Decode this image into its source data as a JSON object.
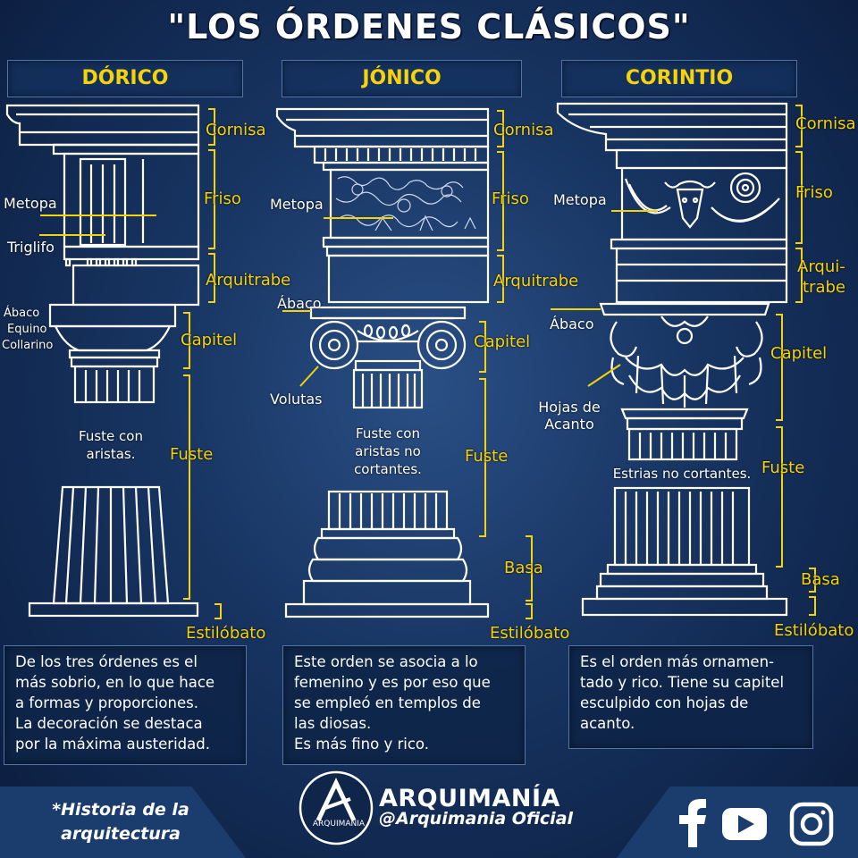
{
  "title": "\"LOS ÓRDENES CLÁSICOS\"",
  "orders": [
    {
      "name": "DÓRICO"
    },
    {
      "name": "JÓNICO"
    },
    {
      "name": "CORINTIO"
    }
  ],
  "doric": {
    "labels": {
      "cornisa": "Cornisa",
      "friso": "Friso",
      "arquitrabe": "Arquitrabe",
      "capitel": "Capitel",
      "fuste": "Fuste",
      "estilobato": "Estilóbato",
      "metopa": "Metopa",
      "triglifo": "Triglifo",
      "abaco": "Ábaco",
      "equino": "Equino",
      "collarino": "Collarino"
    },
    "note_lines": [
      "Fuste con",
      "aristas."
    ],
    "description_lines": [
      "De los tres órdenes es el",
      "más sobrio, en lo que hace",
      "a formas y proporciones.",
      "La decoración se destaca",
      "por la máxima austeridad."
    ]
  },
  "ionic": {
    "labels": {
      "cornisa": "Cornisa",
      "friso": "Friso",
      "arquitrabe": "Arquitrabe",
      "capitel": "Capitel",
      "fuste": "Fuste",
      "basa": "Basa",
      "estilobato": "Estilóbato",
      "metopa": "Metopa",
      "abaco": "Ábaco",
      "volutas": "Volutas"
    },
    "note_lines": [
      "Fuste con",
      "aristas no",
      "cortantes."
    ],
    "description_lines": [
      "Este orden se asocia a lo",
      "femenino y es por eso que",
      "se empleó en templos de",
      "las diosas.",
      "Es más  fino y rico."
    ]
  },
  "corinthian": {
    "labels": {
      "cornisa": "Cornisa",
      "friso": "Friso",
      "arquitrabe_1": "Arqui-",
      "arquitrabe_2": "trabe",
      "capitel": "Capitel",
      "fuste": "Fuste",
      "basa": "Basa",
      "estilobato": "Estilóbato",
      "metopa": "Metopa",
      "abaco": "Ábaco",
      "hojas_1": "Hojas de",
      "hojas_2": "Acanto"
    },
    "note_lines": [
      "Estrias no cortantes."
    ],
    "description_lines": [
      " Es el orden más ornamen-",
      "tado y rico. Tiene su capitel",
      "esculpido con hojas de",
      "acanto."
    ]
  },
  "footer": {
    "note_lines": [
      "*Historia de la",
      "arquitectura"
    ],
    "brand_name": "ARQUIMANÍA",
    "brand_handle": "@Arquimania Oficial",
    "logo_text": "ARQUIMANIA",
    "social_icons": [
      "facebook-icon",
      "youtube-icon",
      "instagram-icon"
    ]
  },
  "colors": {
    "accent_yellow": "#f6d20b",
    "line_white": "#ffffff",
    "bg_dark": "#0b1c3d"
  }
}
